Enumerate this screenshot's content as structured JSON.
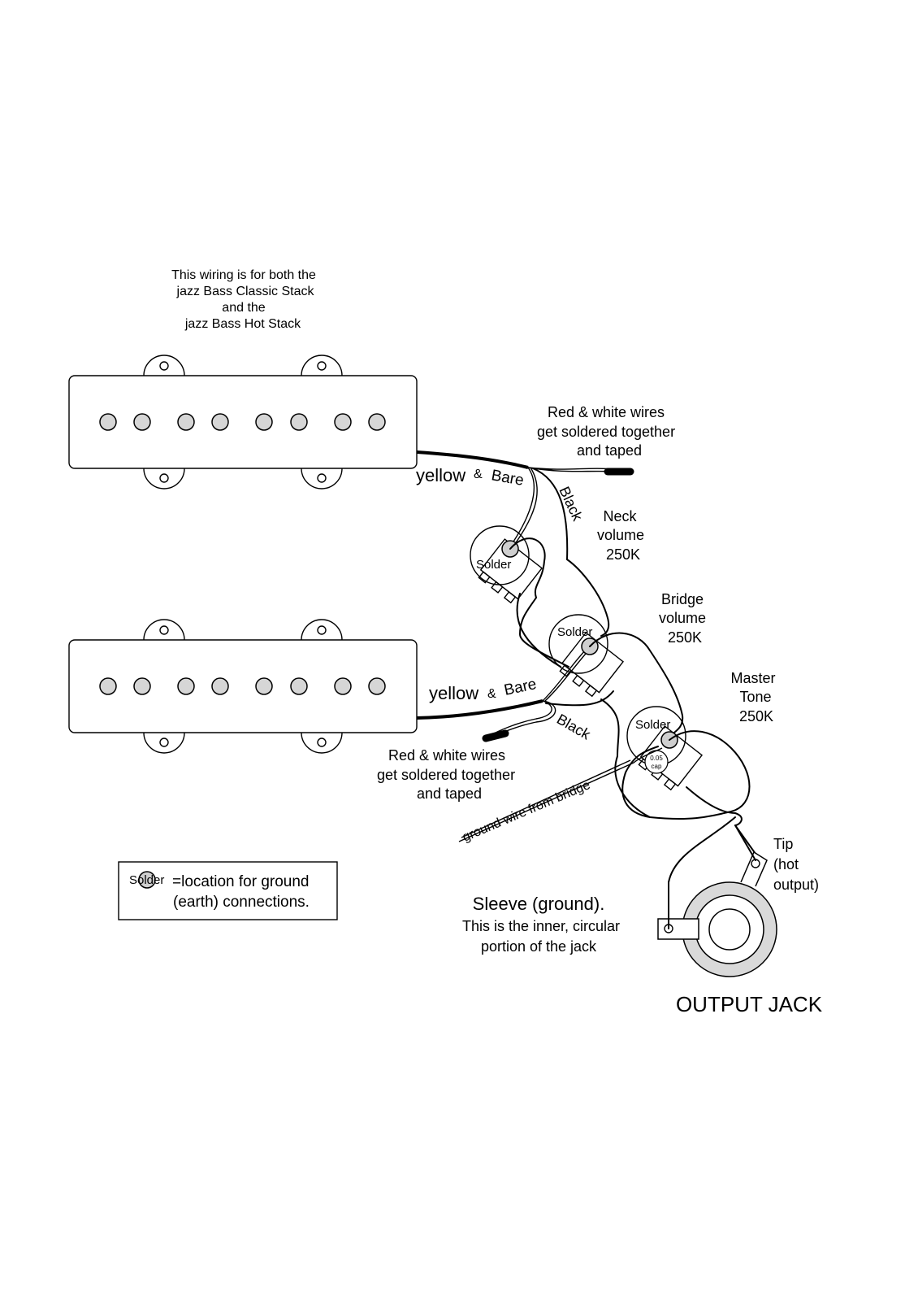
{
  "intro": [
    "This wiring is for both the",
    "jazz Bass Classic Stack",
    "and the",
    "jazz Bass Hot Stack"
  ],
  "neck_pickup_leads": {
    "yellow": "yellow",
    "amp": "&",
    "bare": "Bare",
    "black": "Black"
  },
  "bridge_pickup_leads": {
    "yellow": "yellow",
    "amp": "&",
    "bare": "Bare",
    "black": "Black"
  },
  "red_white_note_top": [
    "Red & white wires",
    "get soldered together",
    "and taped"
  ],
  "red_white_note_bottom": [
    "Red & white wires",
    "get soldered together",
    "and taped"
  ],
  "neck_pot": {
    "label": [
      "Neck",
      "volume",
      "250K"
    ],
    "solder": "Solder"
  },
  "bridge_pot": {
    "label": [
      "Bridge",
      "volume",
      "250K"
    ],
    "solder": "Solder"
  },
  "tone_pot": {
    "label": [
      "Master",
      "Tone",
      "250K"
    ],
    "solder": "Solder",
    "cap": [
      "0.05",
      "cap"
    ]
  },
  "ground_wire": "ground wire from bridge",
  "tip": [
    "Tip",
    "(hot",
    "output)"
  ],
  "sleeve": {
    "title": "Sleeve (ground).",
    "desc": [
      "This is the inner, circular",
      "portion of the jack"
    ]
  },
  "jack_title": "OUTPUT JACK",
  "legend": {
    "solder": "Solder",
    "line1": "=location for ground",
    "line2": "(earth) connections."
  },
  "colors": {
    "solder_fill": "#cfcfcf",
    "pole_fill": "#d6d6d6",
    "jack_ring": "#d9d9d9"
  }
}
